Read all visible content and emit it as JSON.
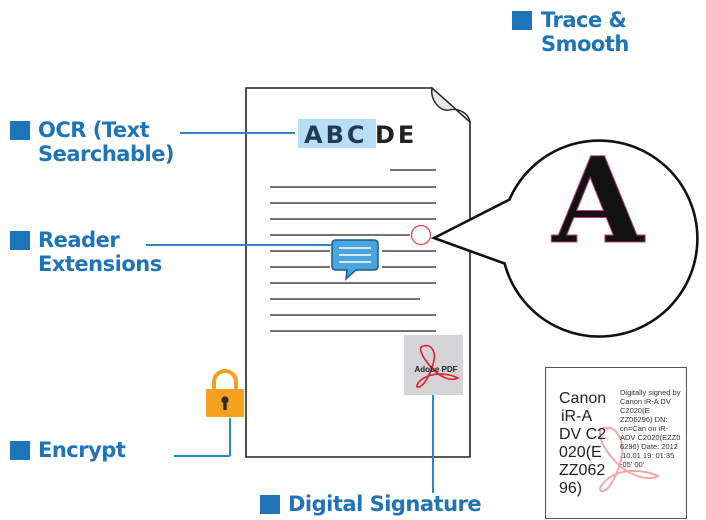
{
  "labels": {
    "trace": [
      "Trace &",
      "Smooth"
    ],
    "ocr": [
      "OCR (Text",
      "Searchable)"
    ],
    "reader": [
      "Reader",
      "Extensions"
    ],
    "encrypt": [
      "Encrypt"
    ],
    "signature": [
      "Digital Signature"
    ]
  },
  "document": {
    "heading_highlighted": "ABC",
    "heading_rest": "DE",
    "magnified_letter": "A",
    "adobe_badge": "Adobe PDF"
  },
  "signature_block": {
    "large_text": [
      "Canon",
      "iR-A",
      "DV C2",
      "020(E",
      "ZZ062",
      "96)"
    ],
    "small_text": "Digitally signed by Canon iR-A DV C2020(E ZZ06296) DN: cn=Can on iR-ADV C2020(EZZ0 6296) Date: 2012 .10.01 19: 01:35 -05' 00'"
  },
  "colors": {
    "accent": "#1f73b7",
    "highlight": "#b8def3",
    "lock": "#f4a11d",
    "circle_marker": "#e04848",
    "pdf_red": "#d8242a"
  }
}
